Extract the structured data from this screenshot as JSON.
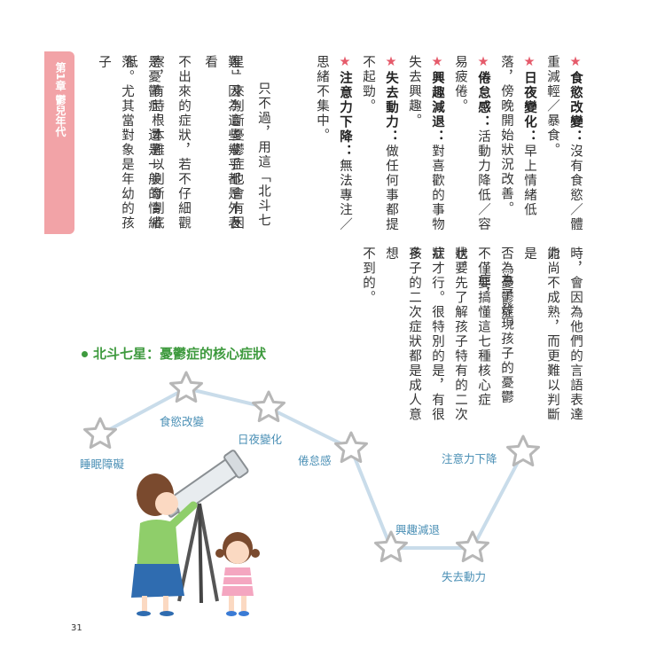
{
  "chapter_tab": "第1章 鬱兒年代",
  "page_number": "31",
  "top_right": {
    "symptoms": [
      {
        "term": "食慾改變：",
        "desc": "沒有食慾／體重減輕／暴食。"
      },
      {
        "term": "日夜變化：",
        "desc": "早上情緒低落，傍晚開始狀況改善。"
      },
      {
        "term": "倦怠感：",
        "desc": "活動力降低／容易疲倦。"
      },
      {
        "term": "興趣減退：",
        "desc": "對喜歡的事物失去興趣。"
      },
      {
        "term": "失去動力：",
        "desc": "做任何事都提不起勁。"
      },
      {
        "term": "注意力下降：",
        "desc": "無法專注／思緒不集中。"
      }
    ]
  },
  "top_left": {
    "lines": [
      "只不過，用這「北斗七",
      "星」來判斷憂鬱症也會有困",
      "難，因為這些幾乎都是外表看",
      "不出來的症狀，若不仔細觀",
      "察，有時根本難以判斷到底",
      "是憂鬱症，還是一般的情緒低",
      "落。尤其當對象是年幼的孩子"
    ]
  },
  "bottom_right": {
    "lines": [
      "時，會因為他們的言語表達能",
      "力尚不成熟，而更難以判斷是",
      "否為憂鬱症。",
      "為了發現孩子的憂鬱症，",
      "不僅要搞懂這七種核心症狀，",
      "也要先了解孩子特有的二次症",
      "狀才行。很特別的是，有很多",
      "孩子的二次症狀都是成人意想",
      "不到的。"
    ]
  },
  "diagram": {
    "title": "北斗七星：憂鬱症的核心症狀",
    "labels": {
      "sleep": "睡眠障礙",
      "appetite": "食慾改變",
      "daynight": "日夜變化",
      "fatigue": "倦怠感",
      "interest": "興趣減退",
      "motivation": "失去動力",
      "attention": "注意力下降"
    }
  },
  "colors": {
    "tab": "#f2a3a7",
    "star_mark": "#e55a6a",
    "title_green": "#3e9a3e",
    "label_blue": "#4a8fb5",
    "line_blue": "#c9dcea"
  }
}
